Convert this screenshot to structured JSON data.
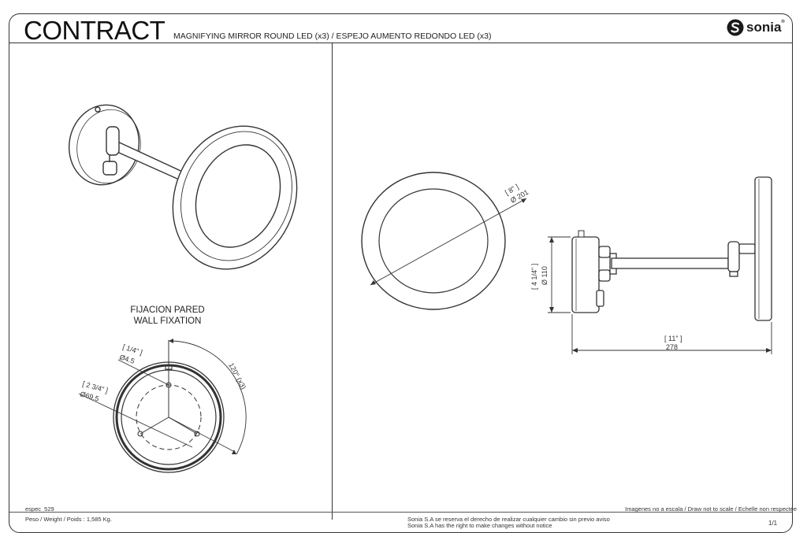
{
  "header": {
    "title": "CONTRACT",
    "subtitle": "MAGNIFYING MIRROR ROUND LED (x3) / ESPEJO AUMENTO REDONDO LED (x3)",
    "brand": "sonia",
    "brand_mark": "®"
  },
  "fixation": {
    "title_line1": "FIJACION PARED",
    "title_line2": "WALL FIXATION",
    "hole_in": "[ 1/4\" ]",
    "hole_mm": "Ø4.5",
    "circle_in": "[ 2 3/4\" ]",
    "circle_mm": "Ø69.5",
    "angle": "120° (x3)"
  },
  "front_view": {
    "diam_in": "[ 8\" ]",
    "diam_mm": "Ø 201"
  },
  "side_view": {
    "height_in": "[ 4 1/4\" ]",
    "height_mm": "Ø 110",
    "length_in": "[ 11\" ]",
    "length_mm": "278"
  },
  "footer": {
    "code": "espec_529",
    "weight": "Peso / Weight / Poids : 1,585 Kg.",
    "rights": "Sonia S.A se reserva el derecho de realizar cualquier cambio sin previo aviso",
    "rights2": "Sonia S.A has the right to make changes without notice",
    "scale": "Imagenes no a escala / Draw not to scale / Echelle non respectée",
    "page": "1/1"
  }
}
